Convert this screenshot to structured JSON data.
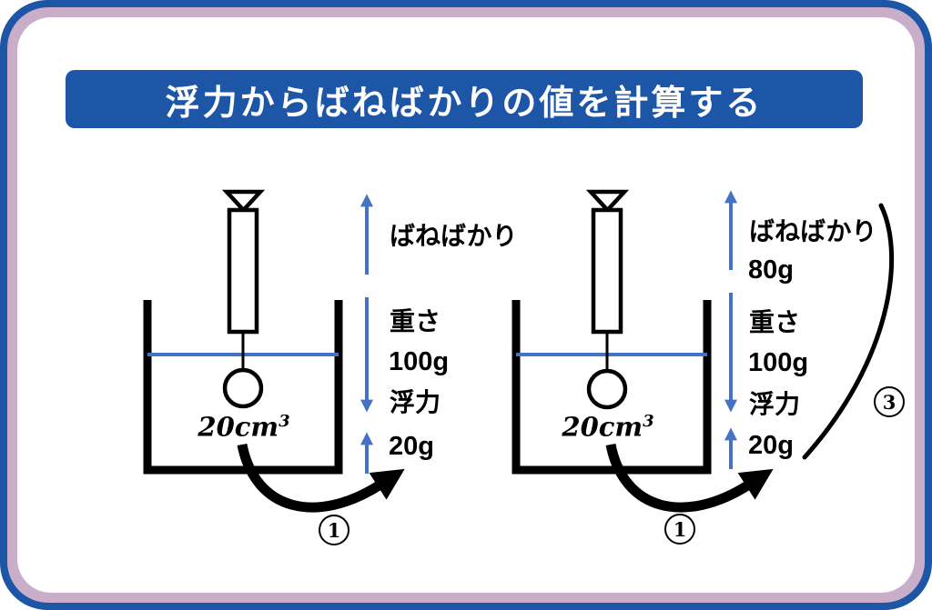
{
  "title": {
    "text": "浮力からばねばかりの値を計算する"
  },
  "colors": {
    "accent_blue": "#1d56a7",
    "band_pink": "#c9aec9",
    "arrow_blue": "#4472c4",
    "ink": "#000000"
  },
  "diagrams": [
    {
      "side": "left",
      "volume_base": "20cm",
      "volume_exp": "3",
      "spring_label": "ばねばかり",
      "weight_label": "重さ",
      "weight_value": "100g",
      "buoyancy_label": "浮力",
      "buoyancy_value": "20g",
      "step_number": "1"
    },
    {
      "side": "right",
      "volume_base": "20cm",
      "volume_exp": "3",
      "spring_label": "ばねばかり",
      "spring_value": "80g",
      "weight_label": "重さ",
      "weight_value": "100g",
      "buoyancy_label": "浮力",
      "buoyancy_value": "20g",
      "step_number": "1",
      "bracket_number": "3"
    }
  ]
}
